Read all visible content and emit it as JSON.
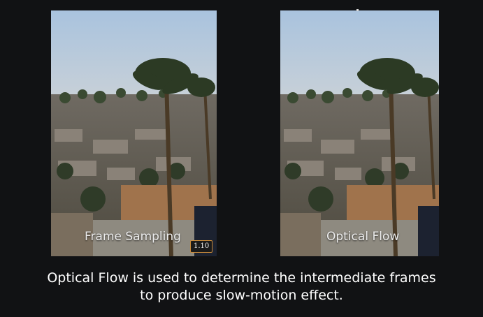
{
  "panels": {
    "left": {
      "label": "Frame Sampling"
    },
    "right": {
      "label": "Optical Flow"
    }
  },
  "badge": {
    "text": "1.10"
  },
  "caption": {
    "line1": "Optical Flow is used to determine the intermediate frames",
    "line2": "to produce slow-motion effect."
  },
  "colors": {
    "background": "#111214",
    "sky": "#9db9d6",
    "badge_border": "#c98a3a",
    "caption_text": "#ffffff"
  }
}
